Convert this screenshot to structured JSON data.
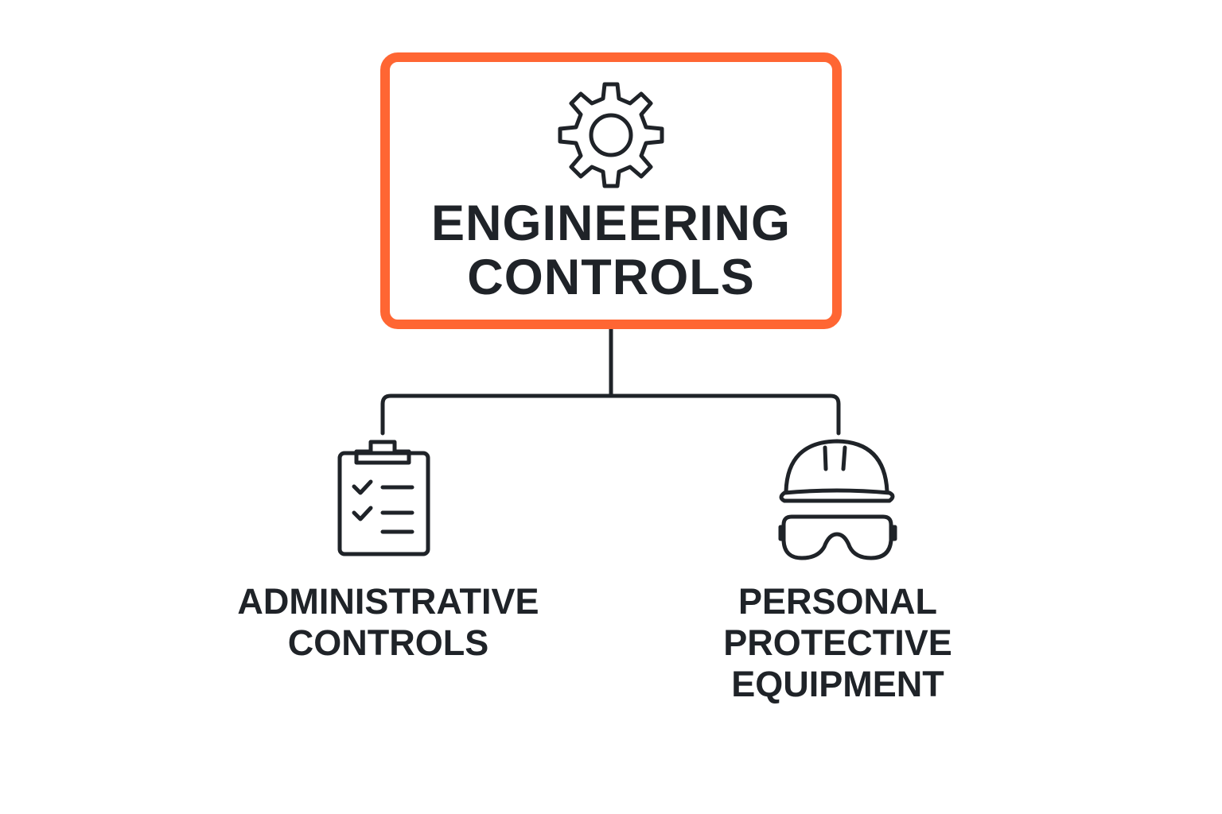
{
  "colors": {
    "accent": "#FF6633",
    "ink": "#1f2328",
    "background": "#ffffff"
  },
  "top_node": {
    "icon": "gear-icon",
    "lines": [
      "ENGINEERING",
      "CONTROLS"
    ]
  },
  "children": [
    {
      "icon": "clipboard-checklist-icon",
      "lines": [
        "ADMINISTRATIVE",
        "CONTROLS"
      ]
    },
    {
      "icon": "hard-hat-goggles-icon",
      "lines": [
        "PERSONAL",
        "PROTECTIVE",
        "EQUIPMENT"
      ]
    }
  ]
}
